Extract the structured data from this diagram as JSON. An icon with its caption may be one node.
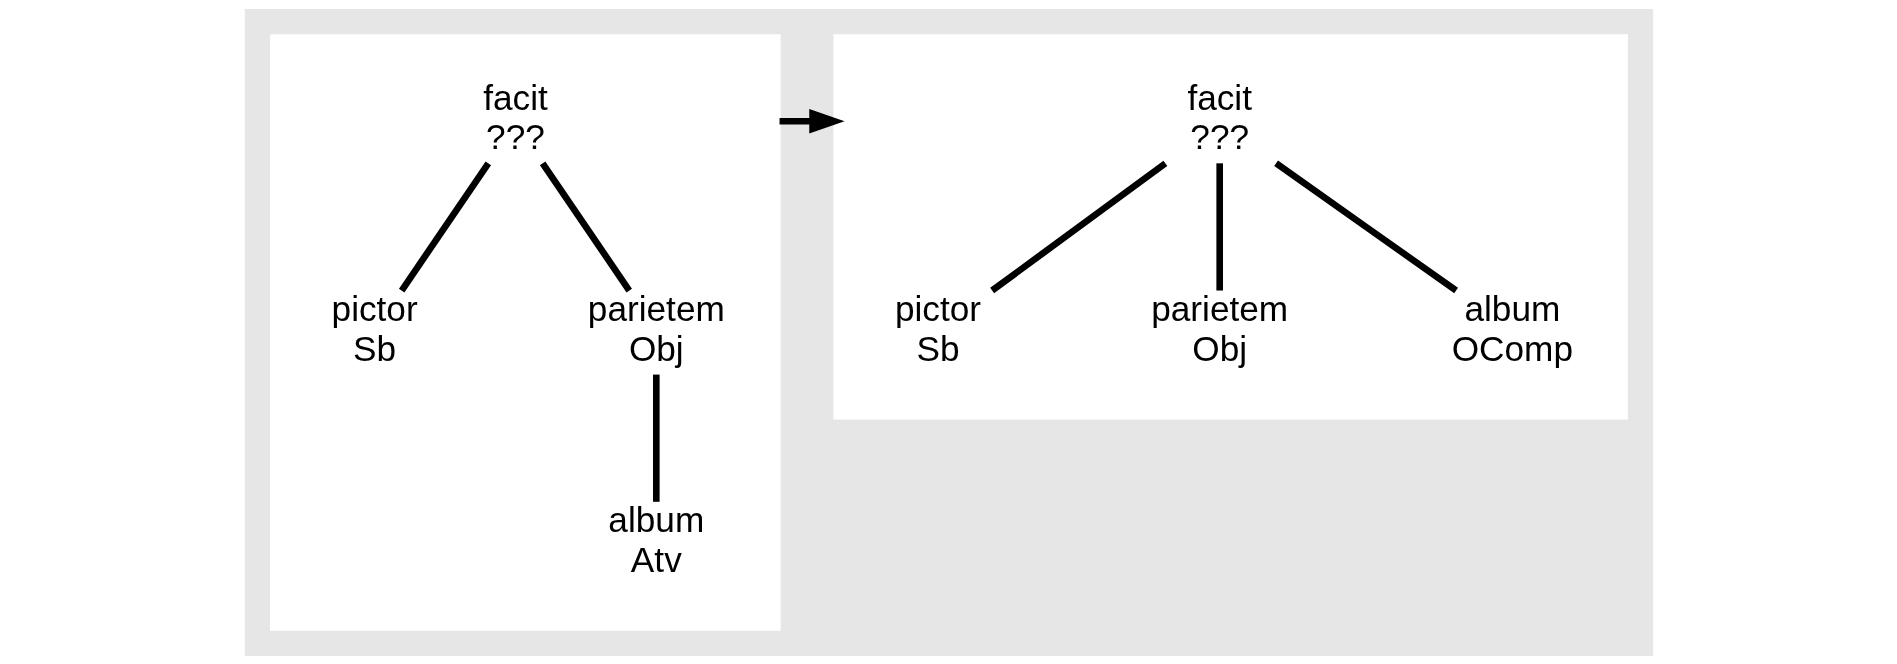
{
  "diagram": {
    "nodes": [
      {
        "text": [],
        "shape": "box"
      },
      {
        "text": [
          "facit",
          "???"
        ],
        "in": 0
      },
      {
        "text": [
          "pictor",
          "Sb"
        ],
        "in": 0
      },
      {
        "text": [
          "parietem",
          "Obj"
        ],
        "in": 0
      },
      {
        "text": [
          "album",
          "Atv"
        ],
        "in": 0
      },
      {
        "text": [],
        "shape": "box"
      },
      {
        "text": [
          "facit",
          "???"
        ],
        "in": 5
      },
      {
        "text": [
          "pictor",
          "Sb"
        ],
        "in": 5
      },
      {
        "text": [
          "parietem",
          "Obj"
        ],
        "in": 5
      },
      {
        "text": [
          "album",
          "OComp"
        ],
        "in": 5
      }
    ],
    "edges": [
      {
        "from": 1,
        "to": 2,
        "arrow": "none"
      },
      {
        "from": 1,
        "to": 3,
        "arrow": "none"
      },
      {
        "from": 3,
        "to": 4,
        "arrow": "none"
      },
      {
        "from": 0,
        "to": 5,
        "arrow": "to"
      },
      {
        "from": 6,
        "to": 7,
        "arrow": "none"
      },
      {
        "from": 6,
        "to": 8,
        "arrow": "none"
      },
      {
        "from": 6,
        "to": 9,
        "arrow": "none"
      }
    ]
  }
}
